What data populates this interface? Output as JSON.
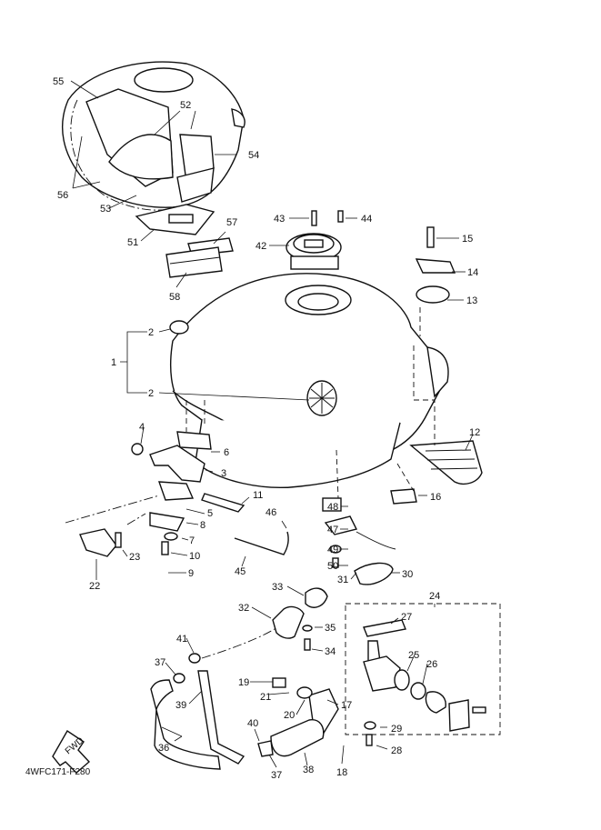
{
  "callouts": [
    "1",
    "2",
    "2",
    "3",
    "4",
    "5",
    "6",
    "7",
    "8",
    "9",
    "10",
    "11",
    "12",
    "13",
    "14",
    "15",
    "16",
    "17",
    "18",
    "19",
    "20",
    "21",
    "22",
    "23",
    "24",
    "25",
    "26",
    "27",
    "28",
    "29",
    "30",
    "31",
    "32",
    "33",
    "34",
    "35",
    "36",
    "37",
    "37",
    "38",
    "39",
    "40",
    "41",
    "42",
    "43",
    "44",
    "45",
    "46",
    "47",
    "48",
    "49",
    "50",
    "51",
    "52",
    "53",
    "54",
    "55",
    "56",
    "57",
    "58"
  ],
  "figure_code": "4WFC171-F280",
  "fwd_label": "FWD"
}
